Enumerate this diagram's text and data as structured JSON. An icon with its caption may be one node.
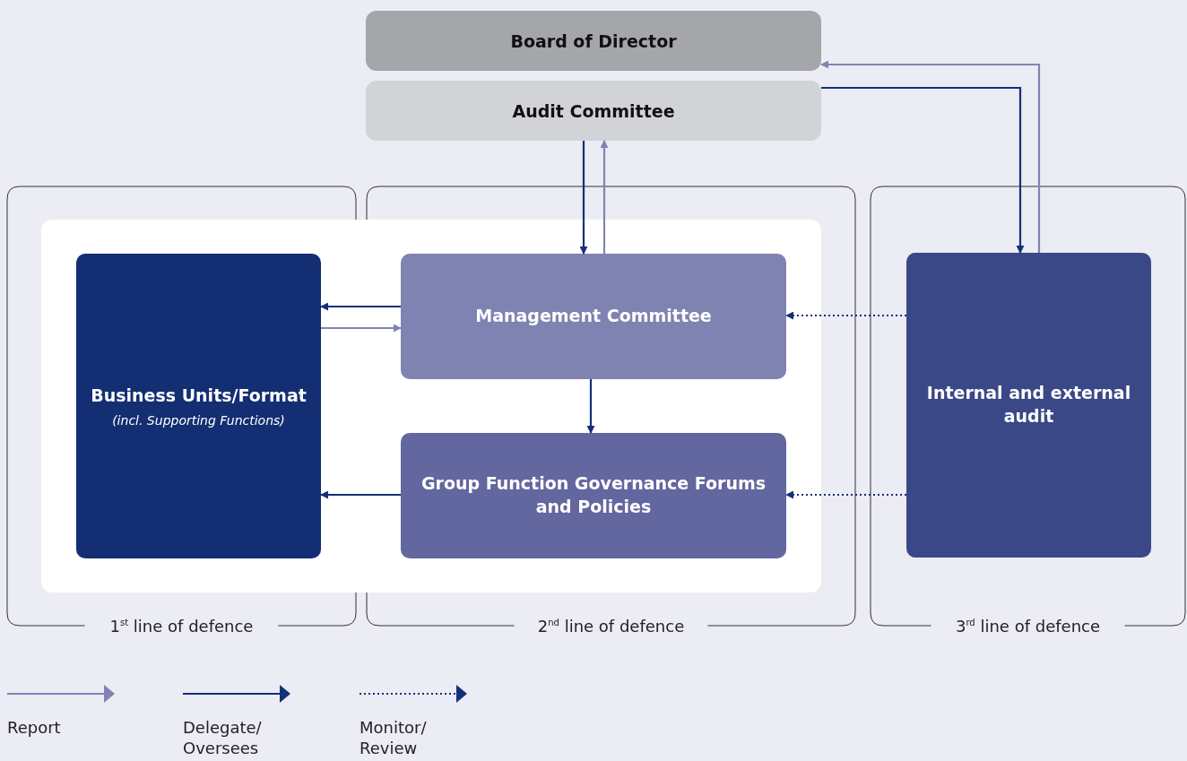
{
  "diagram": {
    "nodes": [
      {
        "text": [
          "Board of Director"
        ]
      },
      {
        "text": [
          "Audit Committee"
        ]
      },
      {
        "text": [
          "Business Units/Format",
          "(incl. Supporting Functions)"
        ]
      },
      {
        "text": [
          "Management Committee"
        ]
      },
      {
        "text": [
          "Group Function Governance Forums and Policies"
        ]
      },
      {
        "text": [
          "Internal and external audit"
        ]
      }
    ],
    "edges": [
      {
        "from": 1,
        "to": 3,
        "arrow": "to"
      },
      {
        "from": 3,
        "to": 1,
        "arrow": "to",
        "color": "#8084b3"
      },
      {
        "from": 1,
        "to": 5,
        "arrow": "to"
      },
      {
        "from": 5,
        "to": 0,
        "arrow": "to",
        "color": "#8084b3"
      },
      {
        "from": 3,
        "to": 2,
        "arrow": "to"
      },
      {
        "from": 2,
        "to": 3,
        "arrow": "to",
        "color": "#8084b3"
      },
      {
        "from": 3,
        "to": 4,
        "arrow": "to"
      },
      {
        "from": 5,
        "to": 3,
        "arrow": "to",
        "style": "dashed"
      },
      {
        "from": 5,
        "to": 4,
        "arrow": "to",
        "style": "dashed"
      },
      {
        "from": 4,
        "to": 2,
        "arrow": "to"
      }
    ],
    "labels": [
      "1$^{st}$ line of defence",
      "2$^{nd}$ line of defence",
      "3$^{rd}$ line of defence"
    ],
    "legend": [
      {
        "text": "Report"
      },
      {
        "text": "Delegate/ Oversees"
      },
      {
        "text": "Monitor/ Review"
      }
    ]
  }
}
